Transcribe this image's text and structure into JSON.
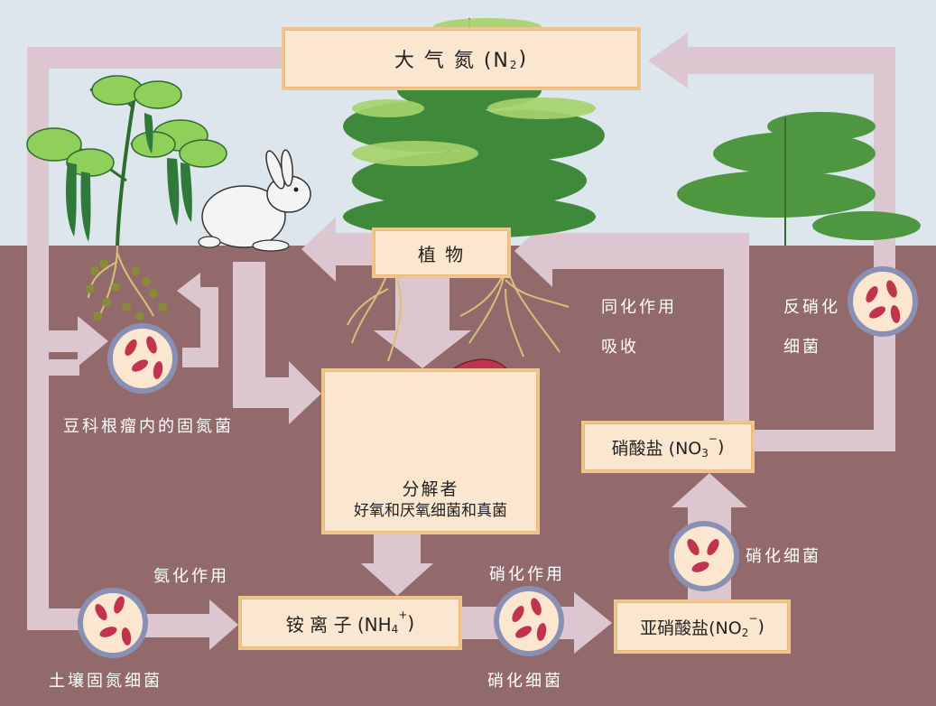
{
  "nodes": {
    "atmosphere": {
      "text": "大 气 氮 (N",
      "sub": "2",
      "close": ")"
    },
    "plant": {
      "text": "植 物"
    },
    "decomposer": {
      "title": "分解者",
      "subtitle": "好氧和厌氧细菌和真菌"
    },
    "ammonium": {
      "text": "铵 离 子 (NH",
      "sub": "4",
      "sup": "+",
      "close": ")"
    },
    "nitrite": {
      "text": "亚硝酸盐(NO",
      "sub": "2",
      "sup": "−",
      "close": ")"
    },
    "nitrate": {
      "text": "硝酸盐 (NO",
      "sub": "3",
      "sup": "−",
      "close": ")"
    }
  },
  "labels": {
    "legume_bacteria": "豆科根瘤内的固氮菌",
    "assimilation": "同化作用",
    "absorption": "吸收",
    "denitrify_1": "反硝化",
    "denitrify_2": "细菌",
    "ammonification": "氨化作用",
    "nitrification": "硝化作用",
    "nitrifying_bacteria_1": "硝化细菌",
    "nitrifying_bacteria_2": "硝化细菌",
    "soil_fixing_bacteria": "土壤固氮细菌"
  },
  "colors": {
    "sky": "#dde6ec",
    "soil": "#936a6c",
    "arrow": "#dcc7d1",
    "box_fill": "#fbe7cf",
    "box_border": "#f0c48a",
    "circle_ring": "#8a90b4",
    "bacteria": "#c0344d"
  }
}
